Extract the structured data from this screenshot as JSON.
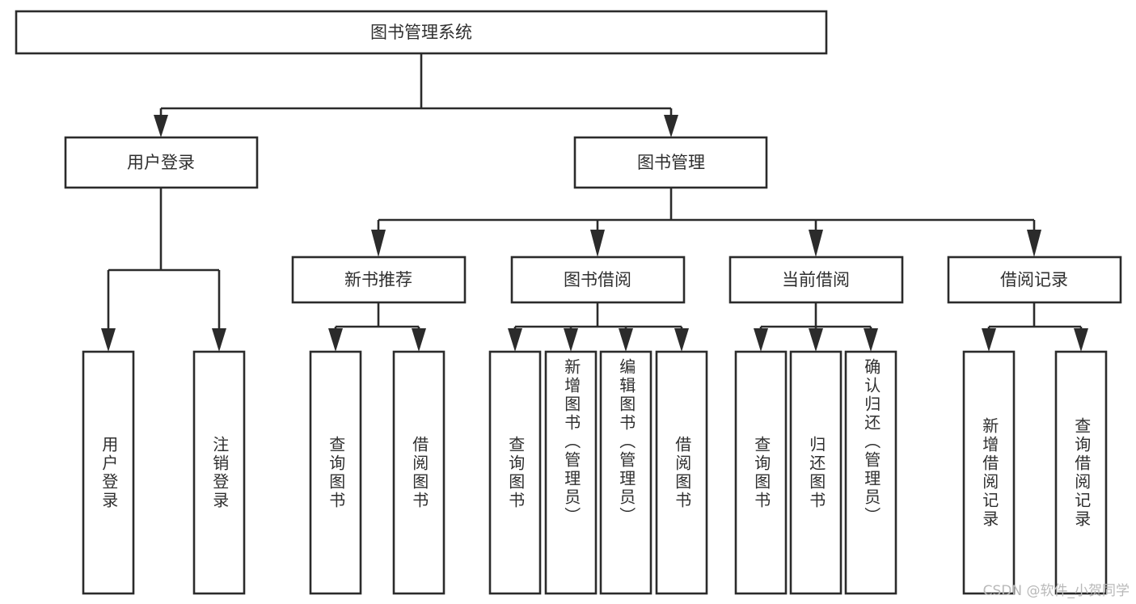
{
  "diagram": {
    "title": "图书管理系统",
    "type": "tree-hierarchy",
    "watermark": "CSDN @软件_小贺同学",
    "colors": {
      "stroke": "#2b2b2b",
      "box_fill": "#ffffff",
      "text": "#2f2f2f",
      "background": "#ffffff",
      "watermark": "#b9b9b9"
    },
    "root": {
      "label": "图书管理系统"
    },
    "level2": [
      {
        "label": "用户登录"
      },
      {
        "label": "图书管理"
      }
    ],
    "level3": [
      {
        "label": "新书推荐"
      },
      {
        "label": "图书借阅"
      },
      {
        "label": "当前借阅"
      },
      {
        "label": "借阅记录"
      }
    ],
    "leaves": {
      "user_login": [
        {
          "label": "用户登录"
        },
        {
          "label": "注销登录"
        }
      ],
      "new_book_recommend": [
        {
          "label": "查询图书"
        },
        {
          "label": "借阅图书"
        }
      ],
      "book_borrow": [
        {
          "label": "查询图书"
        },
        {
          "label": "新增图书（管理员）"
        },
        {
          "label": "编辑图书（管理员）"
        },
        {
          "label": "借阅图书"
        }
      ],
      "current_borrow": [
        {
          "label": "查询图书"
        },
        {
          "label": "归还图书"
        },
        {
          "label": "确认归还（管理员）"
        }
      ],
      "borrow_record": [
        {
          "label": "新增借阅记录"
        },
        {
          "label": "查询借阅记录"
        }
      ]
    }
  }
}
